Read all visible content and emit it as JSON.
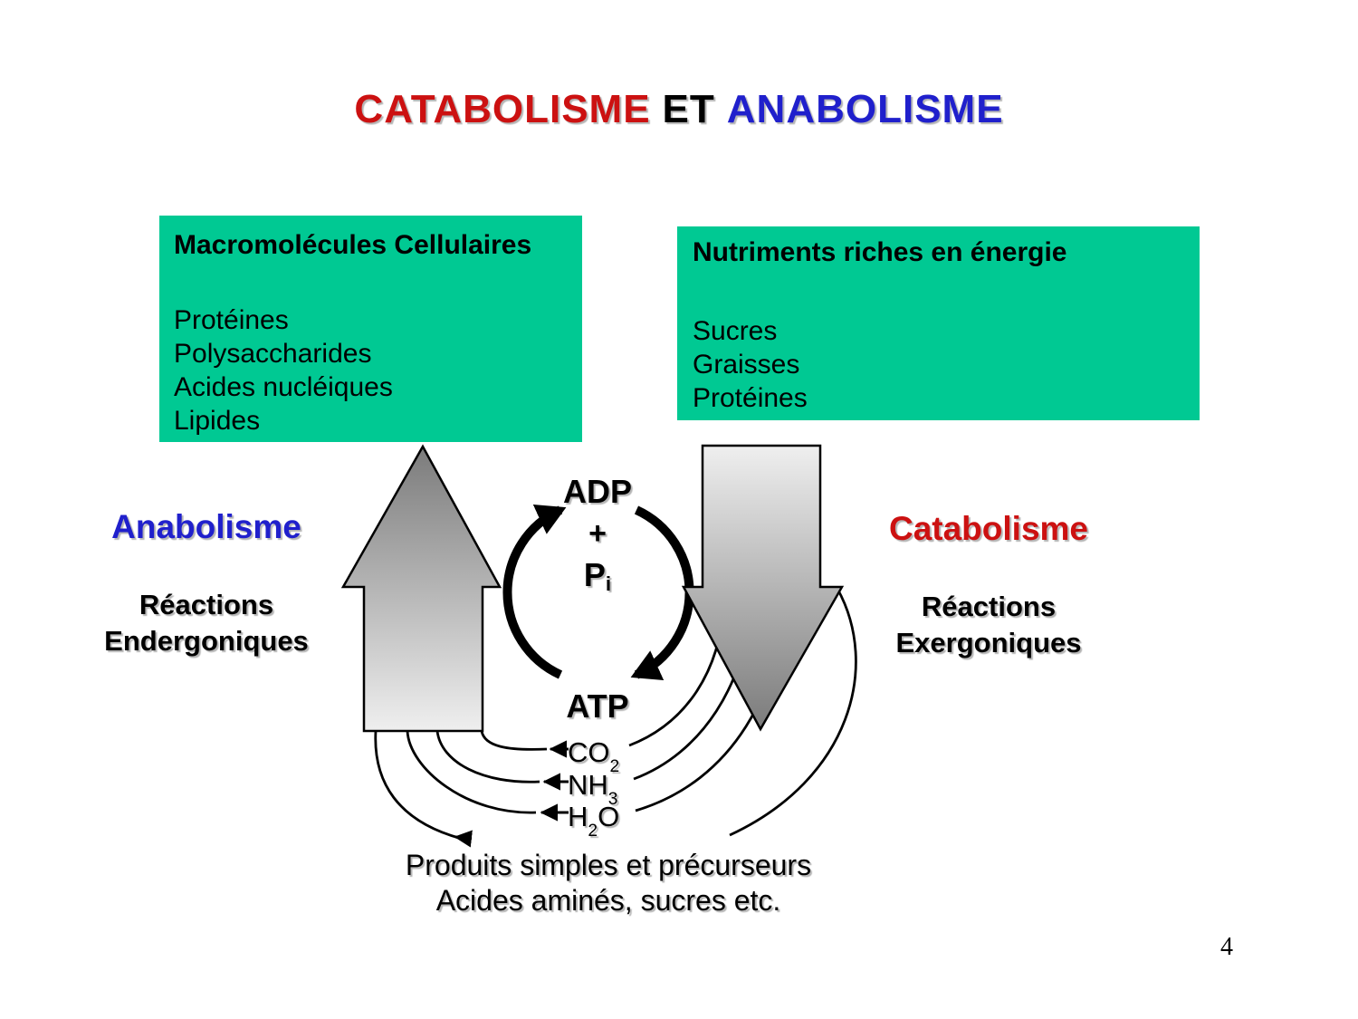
{
  "title": {
    "catabolisme": "CATABOLISME",
    "et": "ET",
    "anabolisme": "ANABOLISME"
  },
  "boxes": {
    "macromolecules": {
      "header": "Macromolécules Cellulaires",
      "items": [
        "Protéines",
        "Polysaccharides",
        "Acides nucléiques",
        "Lipides"
      ]
    },
    "nutriments": {
      "header": "Nutriments riches en énergie",
      "items": [
        "Sucres",
        "Graisses",
        "Protéines"
      ]
    }
  },
  "anabolism": {
    "title": "Anabolisme",
    "line1": "Réactions",
    "line2": "Endergoniques"
  },
  "catabolism": {
    "title": "Catabolisme",
    "line1": "Réactions",
    "line2": "Exergoniques"
  },
  "cycle": {
    "adp": "ADP",
    "plus": "+",
    "p_main": "P",
    "p_sub": "i",
    "atp": "ATP"
  },
  "molecules": [
    {
      "pre": "CO",
      "sub": "2",
      "post": ""
    },
    {
      "pre": "NH",
      "sub": "3",
      "post": ""
    },
    {
      "pre": "H",
      "sub": "2",
      "post": "O"
    }
  ],
  "bottom_text": {
    "line1": "Produits simples et précurseurs",
    "line2": "Acides aminés, sucres etc."
  },
  "page_number": "4",
  "colors": {
    "title_red": "#cc1111",
    "title_blue": "#2020cc",
    "box_green": "#00c993",
    "arrow_dark": "#7b7b7b",
    "arrow_light": "#efefef",
    "line_black": "#000000"
  }
}
